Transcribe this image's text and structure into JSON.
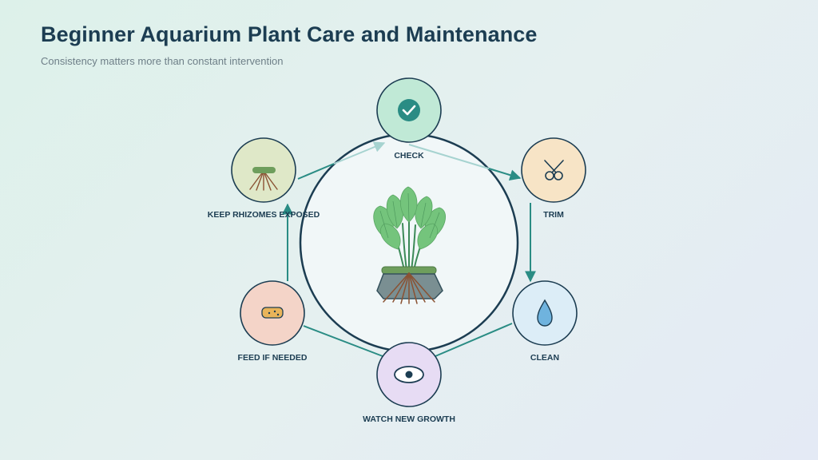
{
  "header": {
    "title": "Beginner Aquarium Plant Care and Maintenance",
    "subtitle": "Consistency matters more than constant intervention"
  },
  "colors": {
    "title": "#1c3d52",
    "teal_arrow": "#2a8c84",
    "faded_arrow": "#a6d3d0",
    "ring": "#1c3d52",
    "leaf": "#74c47c"
  },
  "cycle": {
    "steps": [
      {
        "label": "CHECK",
        "icon": "check-circle-icon",
        "fill": "#c0e9d6"
      },
      {
        "label": "TRIM",
        "icon": "scissors-icon",
        "fill": "#f7e4c6"
      },
      {
        "label": "CLEAN",
        "icon": "water-drop-icon",
        "fill": "#dcedf7"
      },
      {
        "label": "WATCH NEW GROWTH",
        "icon": "eye-icon",
        "fill": "#e7dcf4"
      },
      {
        "label": "FEED IF NEEDED",
        "icon": "root-tab-icon",
        "fill": "#f4d4c8"
      },
      {
        "label": "KEEP RHIZOMES EXPOSED",
        "icon": "rhizome-icon",
        "fill": "#dfe8c8"
      }
    ]
  },
  "center": {
    "illustration": "aquarium-plant-illustration"
  }
}
